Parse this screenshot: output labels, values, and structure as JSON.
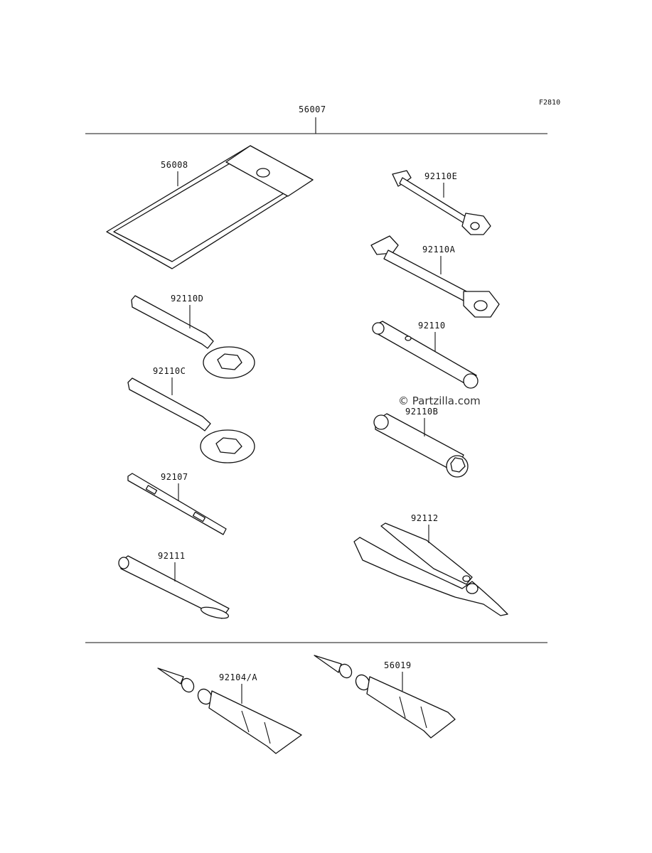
{
  "figure_code": "F2810",
  "kit_part": "56007",
  "watermark": "© Partzilla.com",
  "parts": {
    "bag": "56008",
    "wrench_e": "92110E",
    "wrench_a": "92110A",
    "ring_d": "92110D",
    "ring_c": "92110C",
    "plug_92110": "92110",
    "socket_b": "92110B",
    "screwdriver": "92107",
    "handle": "92111",
    "pliers": "92112",
    "tube_left": "92104/A",
    "tube_right": "56019"
  }
}
